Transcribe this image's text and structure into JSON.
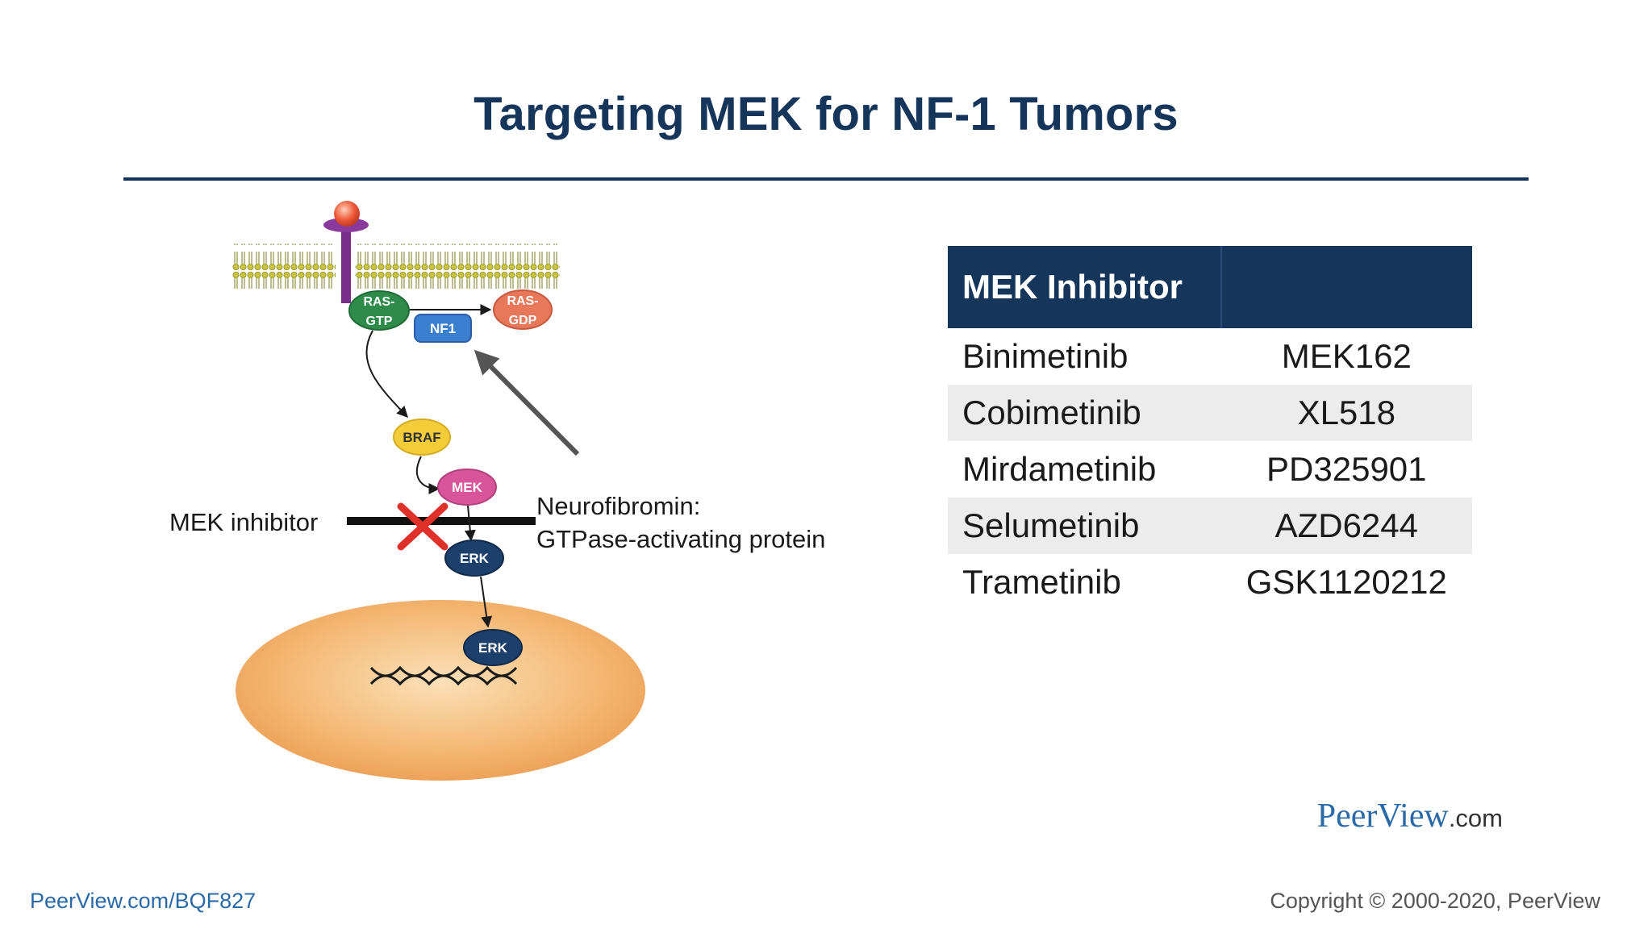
{
  "slide": {
    "title": "Targeting MEK for NF-1 Tumors"
  },
  "diagram": {
    "nodes": {
      "ras_gtp": "RAS-\nGTP",
      "ras_gdp": "RAS-\nGDP",
      "nf1": "NF1",
      "braf": "BRAF",
      "mek": "MEK",
      "erk_cytoplasm": "ERK",
      "erk_nucleus": "ERK"
    },
    "labels": {
      "mek_inhibitor": "MEK inhibitor",
      "neurofibromin_line1": "Neurofibromin:",
      "neurofibromin_line2": "GTPase-activating protein"
    },
    "colors": {
      "ras_gtp": "#2e8b4a",
      "ras_gdp": "#e9785a",
      "nf1": "#3b7fd0",
      "braf": "#f3cc3a",
      "mek": "#d9559b",
      "erk": "#1d3f6b",
      "receptor": "#7a2e8c",
      "nucleus": "#f2b36a",
      "inhibit_x": "#e0302a"
    }
  },
  "table": {
    "header": [
      "MEK Inhibitor",
      ""
    ],
    "rows": [
      [
        "Binimetinib",
        "MEK162"
      ],
      [
        "Cobimetinib",
        "XL518"
      ],
      [
        "Mirdametinib",
        "PD325901"
      ],
      [
        "Selumetinib",
        "AZD6244"
      ],
      [
        "Trametinib",
        "GSK1120212"
      ]
    ]
  },
  "brand": {
    "name": "PeerView",
    "suffix": ".com"
  },
  "footer": {
    "url": "PeerView.com/BQF827",
    "copyright": "Copyright © 2000-2020, PeerView"
  }
}
